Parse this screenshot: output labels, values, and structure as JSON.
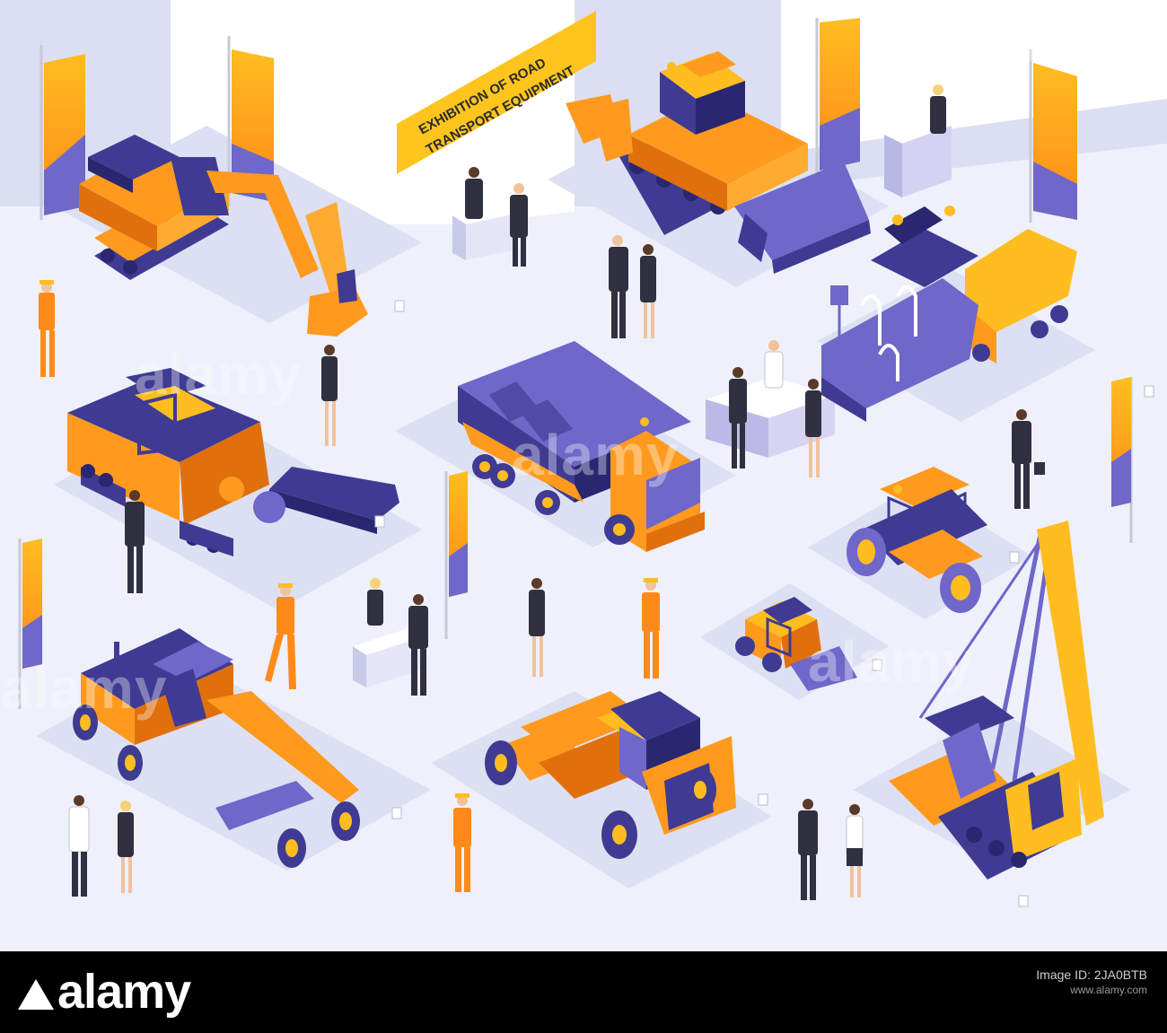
{
  "exhibition": {
    "banner_line1": "EXHIBITION OF ROAD",
    "banner_line2": "TRANSPORT EQUIPMENT"
  },
  "watermark": {
    "text": "alamy"
  },
  "footer": {
    "logo": "alamy",
    "image_id_label": "Image ID: 2JA0BTB",
    "url": "www.alamy.com",
    "image_id": "2JA0BTB"
  },
  "colors": {
    "floor": "#eef0fb",
    "wall": "#dcdff2",
    "orange": "#ff9a1f",
    "orange_dark": "#e0700c",
    "yellow": "#ffbd20",
    "purple": "#6f67c9",
    "purple_dark": "#3f3b93",
    "suit": "#2f3140"
  },
  "equipment": [
    {
      "name": "excavator"
    },
    {
      "name": "bulldozer"
    },
    {
      "name": "asphalt-paver"
    },
    {
      "name": "cold-milling-machine"
    },
    {
      "name": "dump-truck"
    },
    {
      "name": "road-roller"
    },
    {
      "name": "skid-steer-loader"
    },
    {
      "name": "motor-grader"
    },
    {
      "name": "scraper"
    },
    {
      "name": "pipelayer"
    }
  ]
}
